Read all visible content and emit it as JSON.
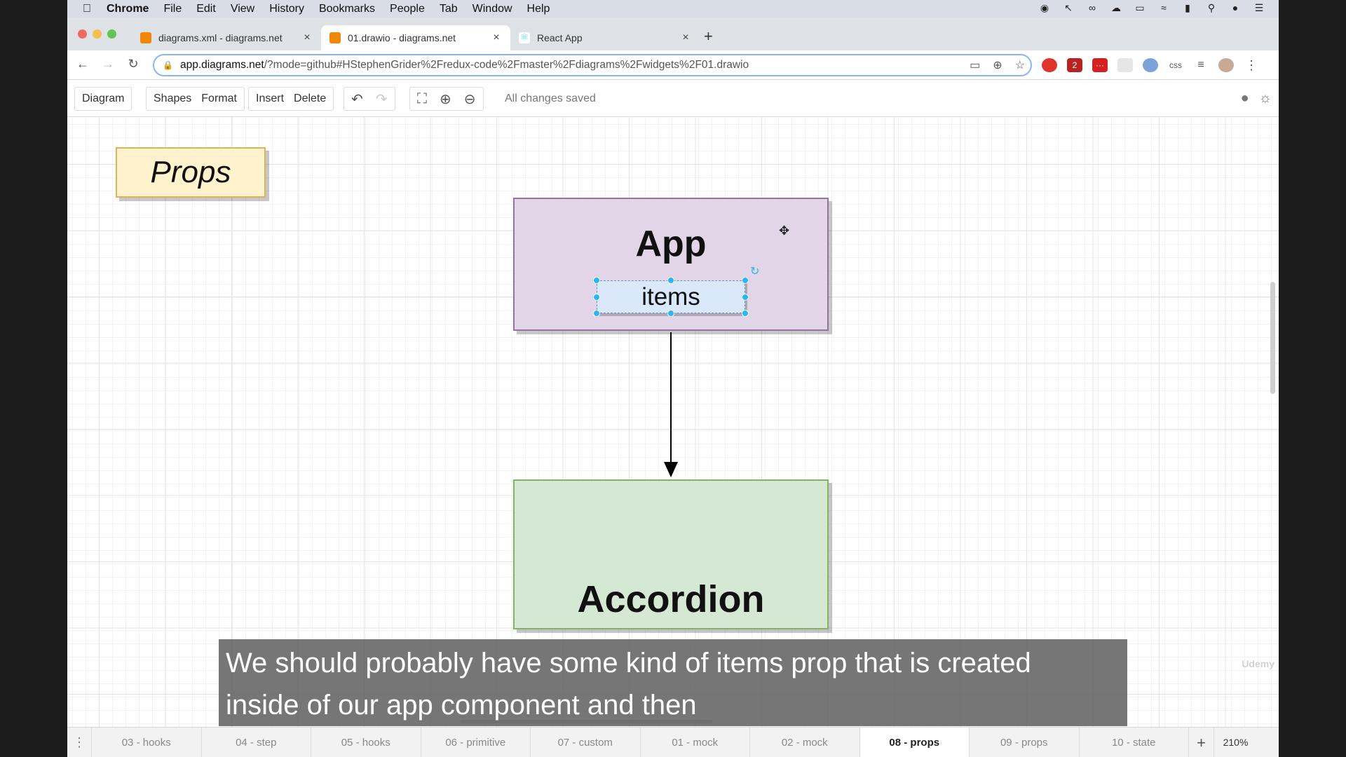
{
  "menubar": {
    "app": "Chrome",
    "items": [
      "File",
      "Edit",
      "View",
      "History",
      "Bookmarks",
      "People",
      "Tab",
      "Window",
      "Help"
    ]
  },
  "tabs": [
    {
      "title": "diagrams.xml - diagrams.net",
      "icon": "drawio-icon",
      "color": "#f08705"
    },
    {
      "title": "01.drawio - diagrams.net",
      "icon": "drawio-icon",
      "color": "#f08705"
    },
    {
      "title": "React App",
      "icon": "react-icon",
      "color": "#61dafb"
    }
  ],
  "address": {
    "host": "app.diagrams.net",
    "path": "/?mode=github#HStephenGrider%2Fredux-code%2Fmaster%2Fdiagrams%2Fwidgets%2F01.drawio"
  },
  "drawio_toolbar": {
    "diagram": "Diagram",
    "shapes": "Shapes",
    "format": "Format",
    "insert": "Insert",
    "delete": "Delete",
    "status": "All changes saved"
  },
  "diagram": {
    "props_label": "Props",
    "app_label": "App",
    "items_label": "items",
    "accordion_label": "Accordion"
  },
  "caption": {
    "line1": "We should probably have some kind of items prop that is created",
    "line2": "inside of our app component and then"
  },
  "watermark": "Udemy",
  "pages": [
    "03 - hooks",
    "04 - step",
    "05 - hooks",
    "06 - primitive",
    "07 - custom",
    "01 - mock",
    "02 - mock",
    "08 - props",
    "09 - props",
    "10 - state"
  ],
  "active_page": "08 - props",
  "zoom": "210%"
}
